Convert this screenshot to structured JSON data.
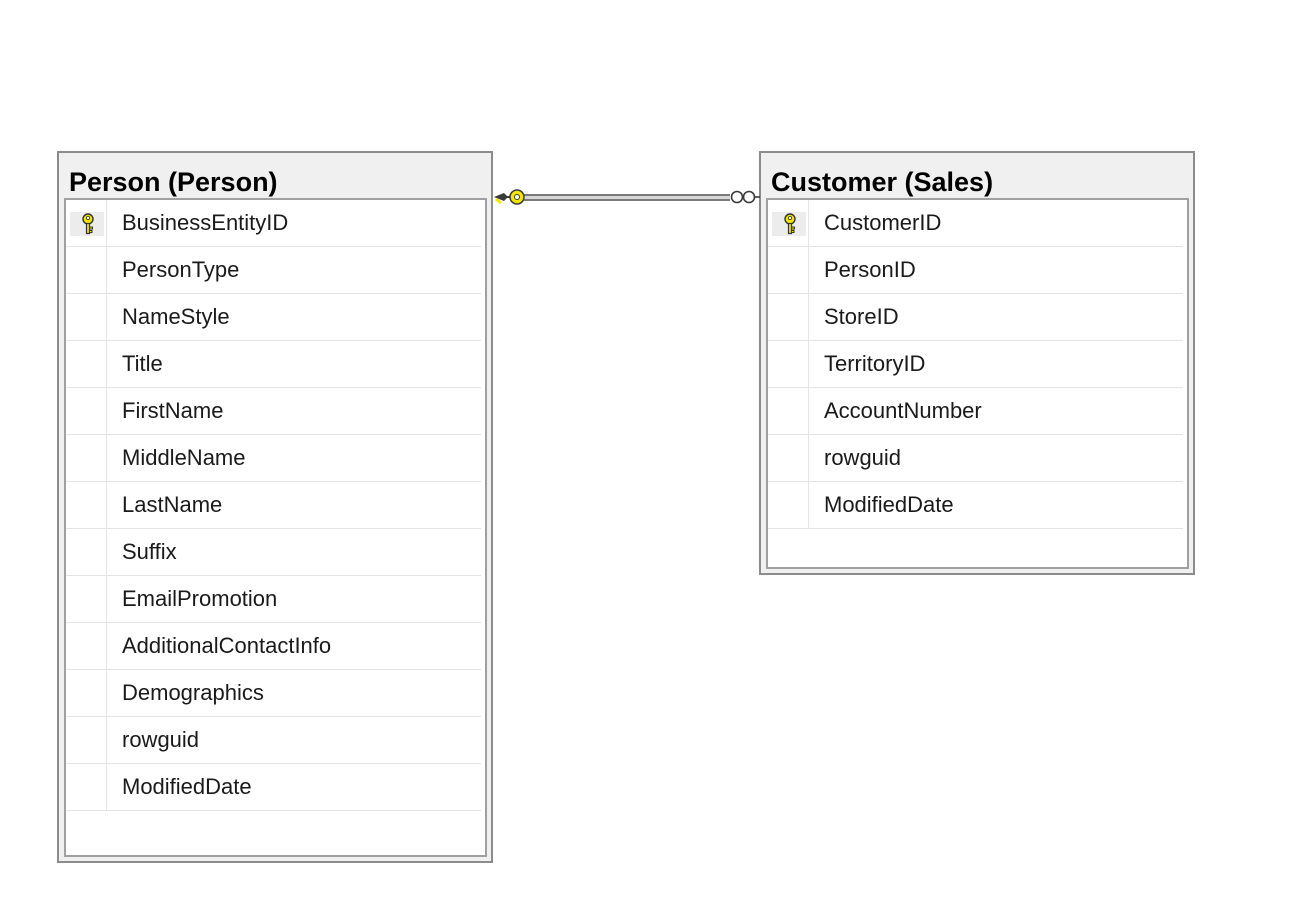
{
  "tables": [
    {
      "title": "Person (Person)",
      "columns": [
        {
          "name": "BusinessEntityID",
          "pk": true
        },
        {
          "name": "PersonType",
          "pk": false
        },
        {
          "name": "NameStyle",
          "pk": false
        },
        {
          "name": "Title",
          "pk": false
        },
        {
          "name": "FirstName",
          "pk": false
        },
        {
          "name": "MiddleName",
          "pk": false
        },
        {
          "name": "LastName",
          "pk": false
        },
        {
          "name": "Suffix",
          "pk": false
        },
        {
          "name": "EmailPromotion",
          "pk": false
        },
        {
          "name": "AdditionalContactInfo",
          "pk": false
        },
        {
          "name": "Demographics",
          "pk": false
        },
        {
          "name": "rowguid",
          "pk": false
        },
        {
          "name": "ModifiedDate",
          "pk": false
        }
      ]
    },
    {
      "title": "Customer (Sales)",
      "columns": [
        {
          "name": "CustomerID",
          "pk": true
        },
        {
          "name": "PersonID",
          "pk": false
        },
        {
          "name": "StoreID",
          "pk": false
        },
        {
          "name": "TerritoryID",
          "pk": false
        },
        {
          "name": "AccountNumber",
          "pk": false
        },
        {
          "name": "rowguid",
          "pk": false
        },
        {
          "name": "ModifiedDate",
          "pk": false
        }
      ]
    }
  ],
  "relationship": {
    "from_end": "key-icon",
    "to_end": "infinity-icon",
    "key_color": "#f2e600"
  },
  "colors": {
    "key": "#f2e600",
    "border": "#8c8c8c",
    "header_bg": "#f0f0f0"
  }
}
